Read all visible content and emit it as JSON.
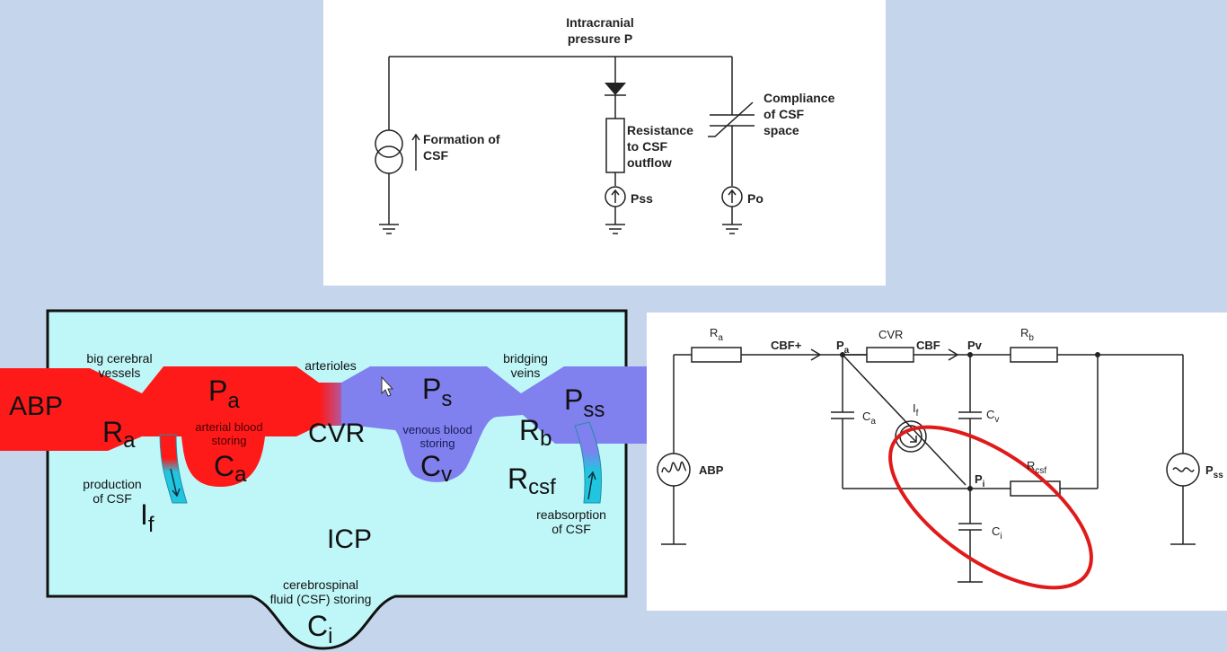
{
  "top_circuit": {
    "title_line1": "Intracranial",
    "title_line2": "pressure P",
    "formation_line1": "Formation of",
    "formation_line2": "CSF",
    "resistance_line1": "Resistance",
    "resistance_line2": "to CSF",
    "resistance_line3": "outflow",
    "compliance_line1": "Compliance",
    "compliance_line2": "of CSF",
    "compliance_line3": "space",
    "pss_label": "Pss",
    "po_label": "Po"
  },
  "anatomy": {
    "abp": "ABP",
    "big_vessels_line1": "big cerebral",
    "big_vessels_line2": "vessels",
    "arterioles": "arterioles",
    "bridging_line1": "bridging",
    "bridging_line2": "veins",
    "pa_main": "P",
    "pa_sub": "a",
    "ps_main": "P",
    "ps_sub": "s",
    "pss_main": "P",
    "pss_sub": "ss",
    "ra_main": "R",
    "ra_sub": "a",
    "cvr": "CVR",
    "rb_main": "R",
    "rb_sub": "b",
    "arterial_line1": "arterial blood",
    "arterial_line2": "storing",
    "venous_line1": "venous blood",
    "venous_line2": "storing",
    "ca_main": "C",
    "ca_sub": "a",
    "cv_main": "C",
    "cv_sub": "v",
    "production_line1": "production",
    "production_line2": "of CSF",
    "if_main": "I",
    "if_sub": "f",
    "rcsf_main": "R",
    "rcsf_sub": "csf",
    "reabsorption_line1": "reabsorption",
    "reabsorption_line2": "of CSF",
    "icp": "ICP",
    "csf_line1": "cerebrospinal",
    "csf_line2": "fluid (CSF) storing",
    "ci_main": "C",
    "ci_sub": "i",
    "colors": {
      "background": "#bff7f9",
      "arterial": "#ff1a1a",
      "venous": "#8080ef",
      "csf_flow": "#22c5e0"
    }
  },
  "right_circuit": {
    "ra_main": "R",
    "ra_sub": "a",
    "cbf_plus": "CBF+",
    "pa_main": "P",
    "pa_sub": "a",
    "cvr": "CVR",
    "cbf": "CBF",
    "pv": "Pv",
    "rb_main": "R",
    "rb_sub": "b",
    "ca_main": "C",
    "ca_sub": "a",
    "if_main": "I",
    "if_sub": "f",
    "cv_main": "C",
    "cv_sub": "v",
    "abp": "ABP",
    "pi_main": "P",
    "pi_sub": "i",
    "rcsf_main": "R",
    "rcsf_sub": "csf",
    "pss_main": "P",
    "pss_sub": "ss",
    "ci_main": "C",
    "ci_sub": "i",
    "highlight_color": "#e01a1a"
  }
}
